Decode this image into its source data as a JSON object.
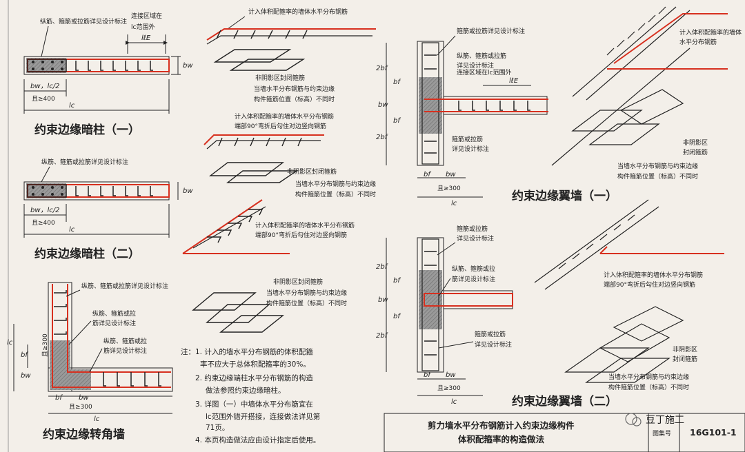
{
  "colors": {
    "rebar_red": "#d7301f",
    "ink": "#222222",
    "hatch": "#8c8c8c",
    "paper": "#f3efe9"
  },
  "panel1": {
    "title": "约束边缘暗柱（一）",
    "label_rebar": "纵筋、箍筋或拉筋详见设计标注",
    "label_conn": "连接区域在",
    "label_conn2": "lc范围外",
    "dim_lE": "lℓE",
    "dim_bw": "bw",
    "dim_half": "bw，lc/2",
    "dim_min": "且≥400",
    "dim_lc": "lc"
  },
  "panel2": {
    "title": "约束边缘暗柱（二）",
    "label_rebar": "纵筋、箍筋或拉筋详见设计标注",
    "dim_bw": "bw",
    "dim_half": "bw，lc/2",
    "dim_min": "且≥400",
    "dim_lc": "lc"
  },
  "panel3": {
    "title": "约束边缘转角墙",
    "label_a": "纵筋、箍筋或拉筋详见设计标注",
    "label_b1": "纵筋、箍筋或拉",
    "label_b2": "筋详见设计标注",
    "label_c1": "纵筋、箍筋或拉",
    "label_c2": "筋详见设计标注",
    "dim_lc": "lc",
    "dim_bf": "bf",
    "dim_bw": "bw",
    "dim_min": "且≥300"
  },
  "middle": {
    "label_top": "计入体积配箍率的墙体水平分布钢筋",
    "label_nonshade": "非阴影区封闭箍筋",
    "label_pos1": "当墙水平分布钢筋与约束边缘",
    "label_pos2": "构件箍筋位置（标高）不同时",
    "label_top2": "计入体积配箍率的墙体水平分布钢筋",
    "label_hook": "端部90°弯折后勾住对边竖向钢筋",
    "label_nonshade2": "非阴影区封闭箍筋",
    "label_pos3": "当墙水平分布钢筋与约束边缘",
    "label_pos4": "构件箍筋位置（标高）不同时",
    "label_top3": "计入体积配箍率的墙体水平分布钢筋",
    "label_hook2": "端部90°弯折后勾住对边竖向钢筋",
    "label_nonshade3": "非阴影区封闭箍筋",
    "label_pos5": "当墙水平分布钢筋与约束边缘",
    "label_pos6": "构件箍筋位置（标高）不同时"
  },
  "notes": {
    "n1a": "注：1. 计入的墙水平分布钢筋的体积配箍",
    "n1b": "率不应大于总体积配箍率的30%。",
    "n2a": "2. 约束边缘端柱水平分布钢筋的构造",
    "n2b": "做法参照约束边缘暗柱。",
    "n3a": "3. 详图（一）中墙体水平分布筋宜在",
    "n3b": "lc范围外错开搭接，连接做法详见第",
    "n3c": "71页。",
    "n4": "4. 本页构造做法应由设计指定后使用。"
  },
  "flange1": {
    "title": "约束边缘翼墙（一）",
    "label_top": "箍筋或拉筋详见设计标注",
    "label_long1": "纵筋、箍筋或拉筋",
    "label_long2": "详见设计标注",
    "label_conn": "连接区域在lc范围外",
    "label_stir1": "箍筋或拉筋",
    "label_stir2": "详见设计标注",
    "dim_2bf": "2bf",
    "dim_bf": "bf",
    "dim_bw": "bw",
    "dim_min": "且≥300",
    "dim_lc": "lc",
    "dim_lE": "lℓE"
  },
  "flange1_iso": {
    "label_top1": "计入体积配箍率的墙体",
    "label_top2": "水平分布钢筋",
    "label_non1": "非阴影区",
    "label_non2": "封闭箍筋",
    "label_pos1": "当墙水平分布钢筋与约束边缘",
    "label_pos2": "构件箍筋位置（标高）不同时"
  },
  "flange2": {
    "title": "约束边缘翼墙（二）",
    "label_top1": "箍筋或拉筋",
    "label_top2": "详见设计标注",
    "label_long1": "纵筋、箍筋或拉",
    "label_long2": "筋详见设计标注",
    "label_stir1": "箍筋或拉筋",
    "label_stir2": "详见设计标注",
    "dim_2bf": "2bf",
    "dim_bf": "bf",
    "dim_bw": "bw",
    "dim_min": "且≥300",
    "dim_lc": "lc"
  },
  "flange2_iso": {
    "label_top": "计入体积配箍率的墙体水平分布钢筋",
    "label_hook": "端部90°弯折后勾住对边竖向钢筋",
    "label_non1": "非阴影区",
    "label_non2": "封闭箍筋",
    "label_pos1": "当墙水平分布钢筋与约束边缘",
    "label_pos2": "构件箍筋位置（标高）不同时"
  },
  "titleblock": {
    "line1": "剪力墙水平分布钢筋计入约束边缘构件",
    "line2": "体积配箍率的构造做法",
    "atlas_label": "图集号",
    "atlas_no": "16G101-1"
  },
  "watermark": "豆丁施工"
}
